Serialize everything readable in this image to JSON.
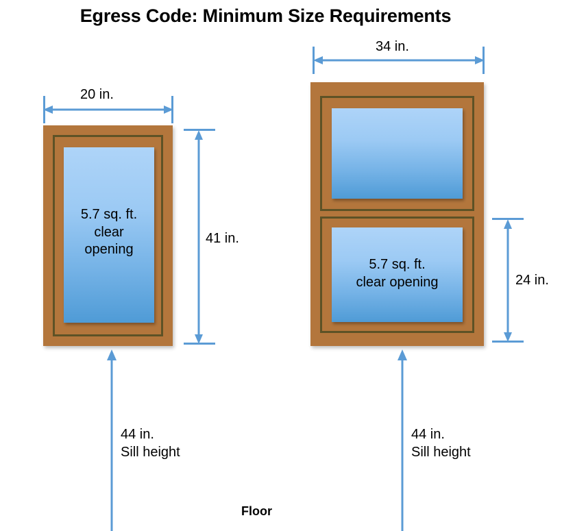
{
  "title": "Egress Code: Minimum Size Requirements",
  "floor_label": "Floor",
  "accent_color": "#5b9bd5",
  "frame_color": "#b3763c",
  "sash_color": "#5d5226",
  "glass_top_color": "#aed4f8",
  "glass_bottom_color": "#4f9bd6",
  "windows": [
    {
      "id": "casement-window",
      "name": "single-pane casement window",
      "width_label": "20 in.",
      "height_label": "41 in.",
      "sill_label_line1": "44 in.",
      "sill_label_line2": "Sill height",
      "opening_line1": "5.7 sq. ft.",
      "opening_line2": "clear",
      "opening_line3": "opening"
    },
    {
      "id": "double-hung-window",
      "name": "double-hung window",
      "width_label": "34 in.",
      "height_label": "24 in.",
      "sill_label_line1": "44 in.",
      "sill_label_line2": "Sill height",
      "opening_line1": "5.7 sq. ft.",
      "opening_line2": "clear opening"
    }
  ]
}
